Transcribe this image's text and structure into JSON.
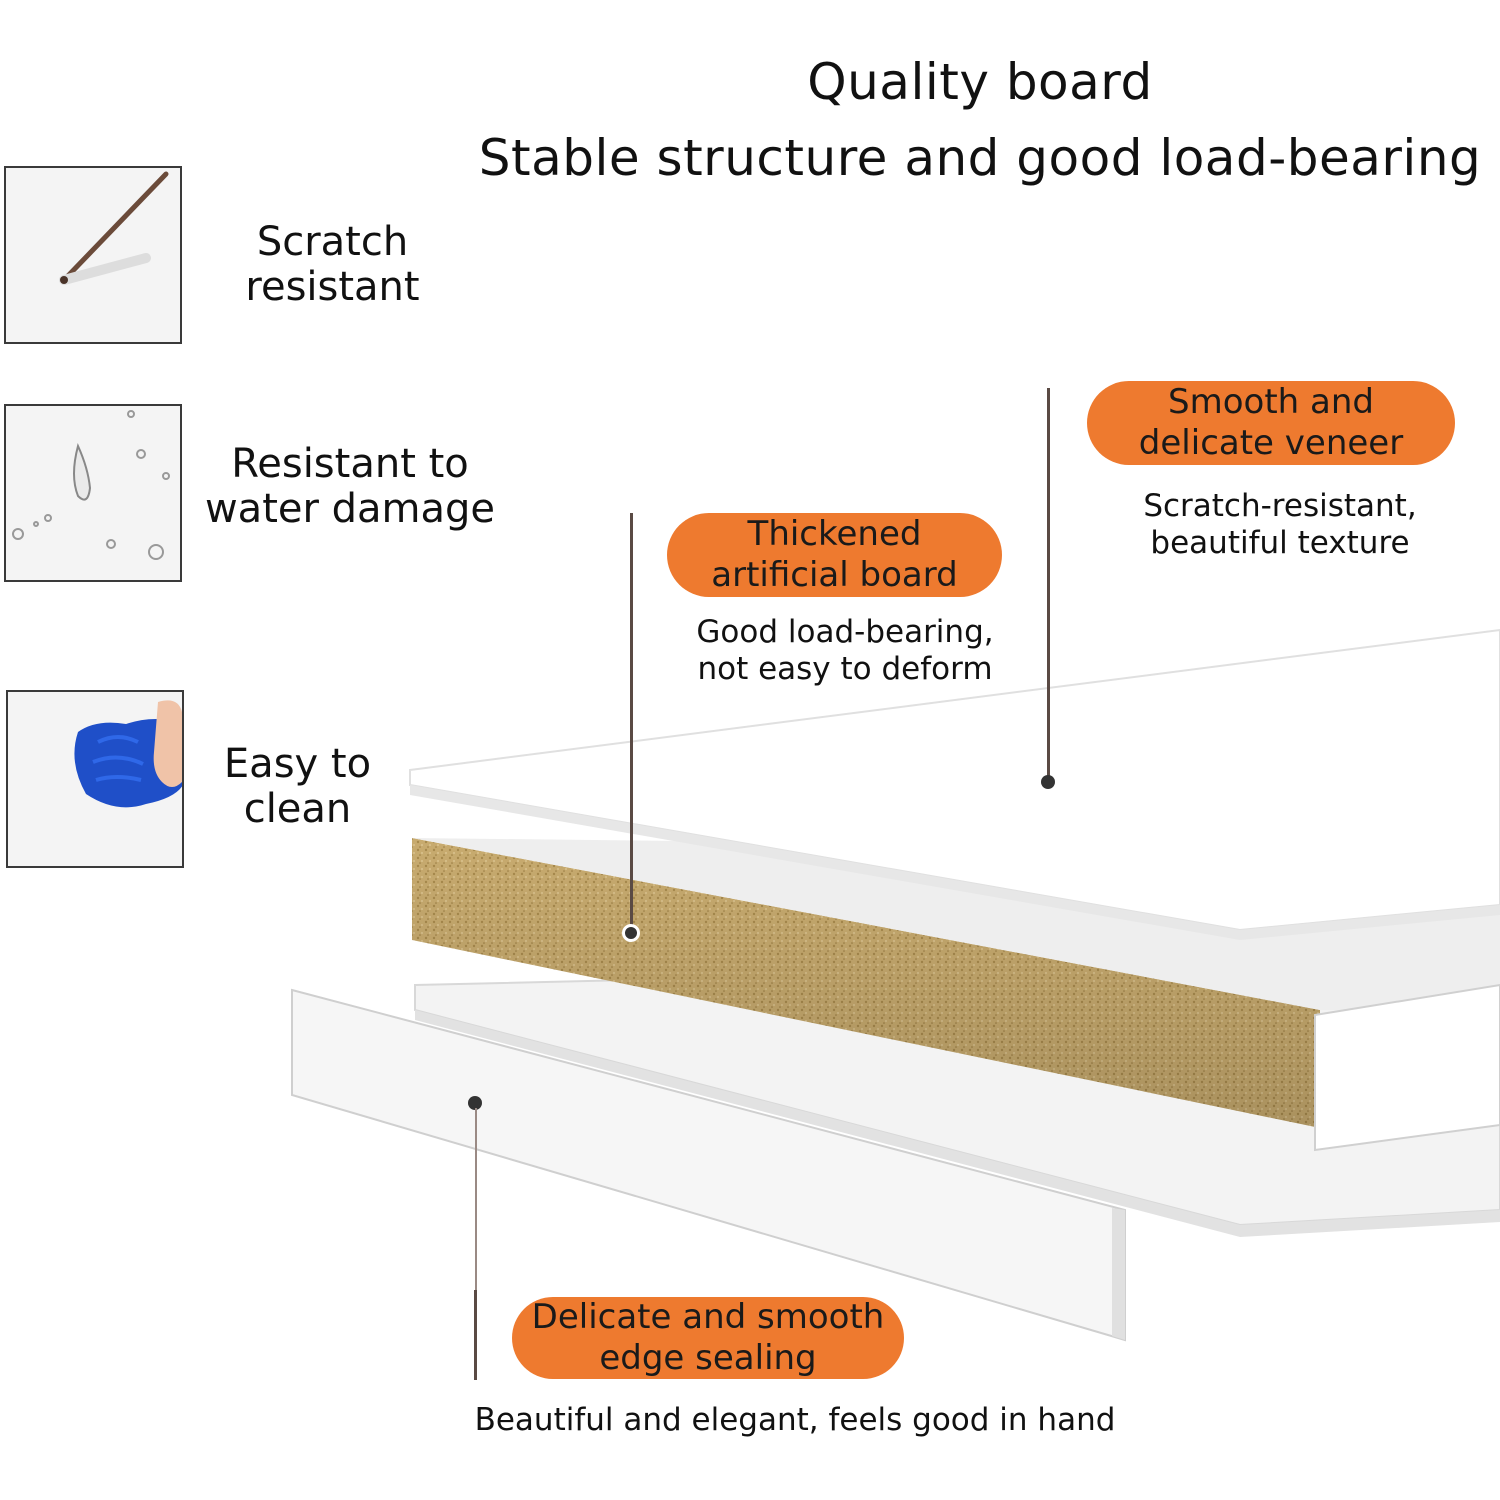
{
  "header": {
    "title_line1": "Quality board",
    "title_line2": "Stable structure and good load-bearing"
  },
  "features": [
    {
      "icon": "pen-scratch-icon",
      "label_line1": "Scratch",
      "label_line2": "resistant"
    },
    {
      "icon": "water-drops-icon",
      "label_line1": "Resistant to",
      "label_line2": "water damage"
    },
    {
      "icon": "cleaning-cloth-icon",
      "label_line1": "Easy to",
      "label_line2": "clean"
    }
  ],
  "callouts": {
    "veneer": {
      "title_line1": "Smooth and",
      "title_line2": "delicate veneer",
      "desc_line1": "Scratch-resistant,",
      "desc_line2": "beautiful texture"
    },
    "board": {
      "title_line1": "Thickened",
      "title_line2": "artificial board",
      "desc_line1": "Good load-bearing,",
      "desc_line2": "not easy to deform"
    },
    "edge": {
      "title_line1": "Delicate and smooth",
      "title_line2": "edge sealing",
      "desc": "Beautiful and elegant, feels good in hand"
    }
  },
  "colors": {
    "accent": "#ee7a2f",
    "core": "#c9ad72",
    "veneer": "#ffffff",
    "leader_line": "#5a4a44"
  }
}
